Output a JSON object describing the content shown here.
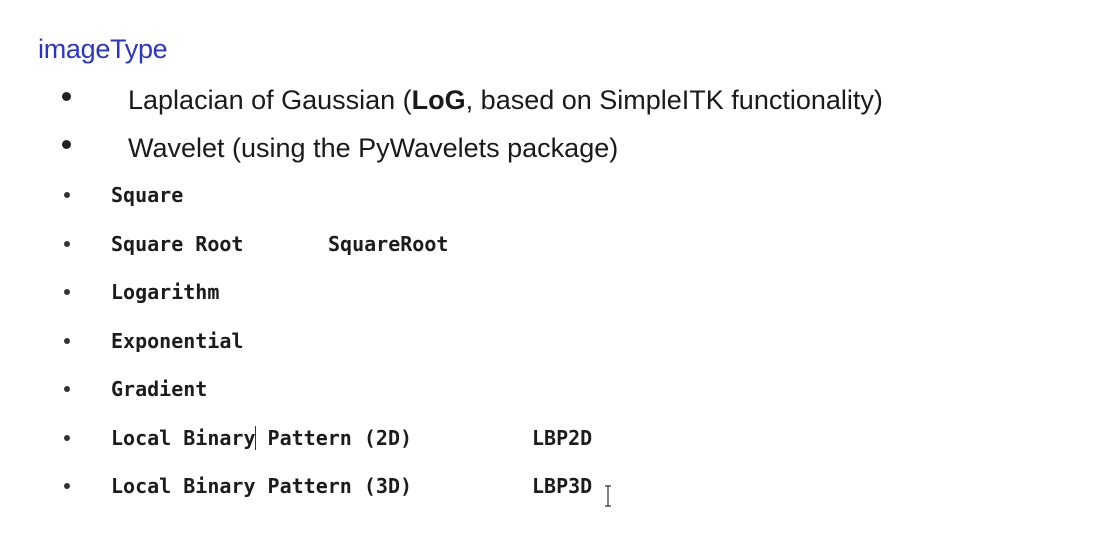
{
  "title": "imageType",
  "sans_items": [
    {
      "before": "Laplacian of Gaussian (",
      "bold": "LoG",
      "after": ", based on SimpleITK functionality)"
    },
    {
      "before": "Wavelet (using the PyWavelets package)",
      "bold": "",
      "after": ""
    }
  ],
  "filters": [
    {
      "name": "Square",
      "key": ""
    },
    {
      "name": "Square Root",
      "key": "SquareRoot"
    },
    {
      "name": "Logarithm",
      "key": ""
    },
    {
      "name": "Exponential",
      "key": ""
    },
    {
      "name": "Gradient",
      "key": ""
    },
    {
      "name_before_caret": "Local Binary",
      "name_after_caret": " Pattern (2D)",
      "key": "LBP2D"
    },
    {
      "name": "Local Binary Pattern (3D)",
      "key": "LBP3D"
    }
  ]
}
